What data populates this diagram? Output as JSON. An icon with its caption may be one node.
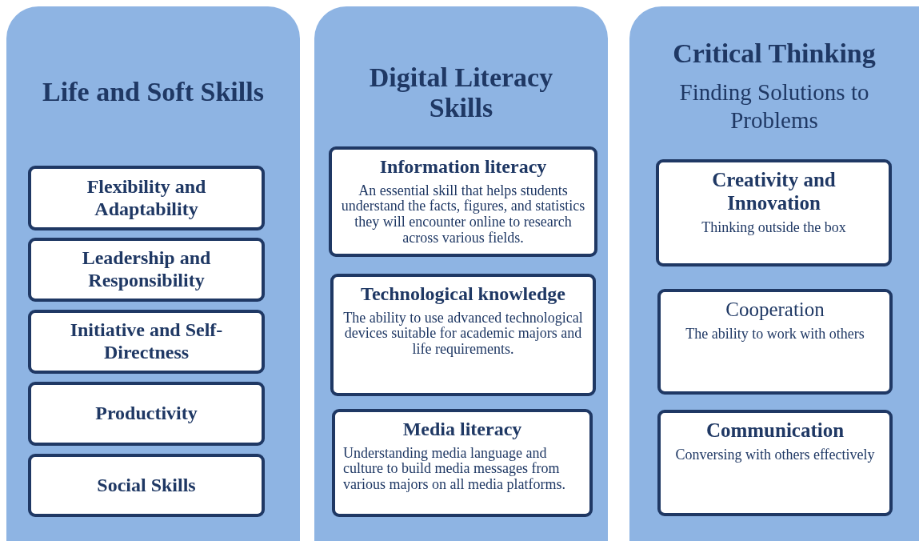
{
  "diagram": {
    "nodes": [
      {
        "text": [
          "Life and Soft Skills"
        ]
      },
      {
        "text": [
          "Flexibility and Adaptability"
        ],
        "in": 0
      },
      {
        "text": [
          "Leadership and Responsibility"
        ],
        "in": 0
      },
      {
        "text": [
          "Initiative and Self-Directness"
        ],
        "in": 0
      },
      {
        "text": [
          "Productivity"
        ],
        "in": 0
      },
      {
        "text": [
          "Social Skills"
        ],
        "in": 0
      },
      {
        "text": [
          "Digital Literacy Skills"
        ]
      },
      {
        "text": [
          "Information literacy",
          "An essential skill that helps students understand the facts, figures, and statistics they will encounter online to research across various fields."
        ],
        "in": 6
      },
      {
        "text": [
          "Technological knowledge",
          "The ability to use advanced technological devices suitable for academic majors and life requirements."
        ],
        "in": 6
      },
      {
        "text": [
          "Media literacy",
          "Understanding media language and culture to build media messages from various majors on all media platforms."
        ],
        "in": 6
      },
      {
        "text": [
          "Critical Thinking",
          "Finding Solutions to Problems"
        ]
      },
      {
        "text": [
          "Creativity and Innovation",
          "Thinking outside the box"
        ],
        "in": 10
      },
      {
        "text": [
          "Cooperation",
          "The ability to work with others"
        ],
        "in": 10
      },
      {
        "text": [
          "Communication",
          "Conversing with others effectively"
        ],
        "in": 10
      }
    ]
  }
}
